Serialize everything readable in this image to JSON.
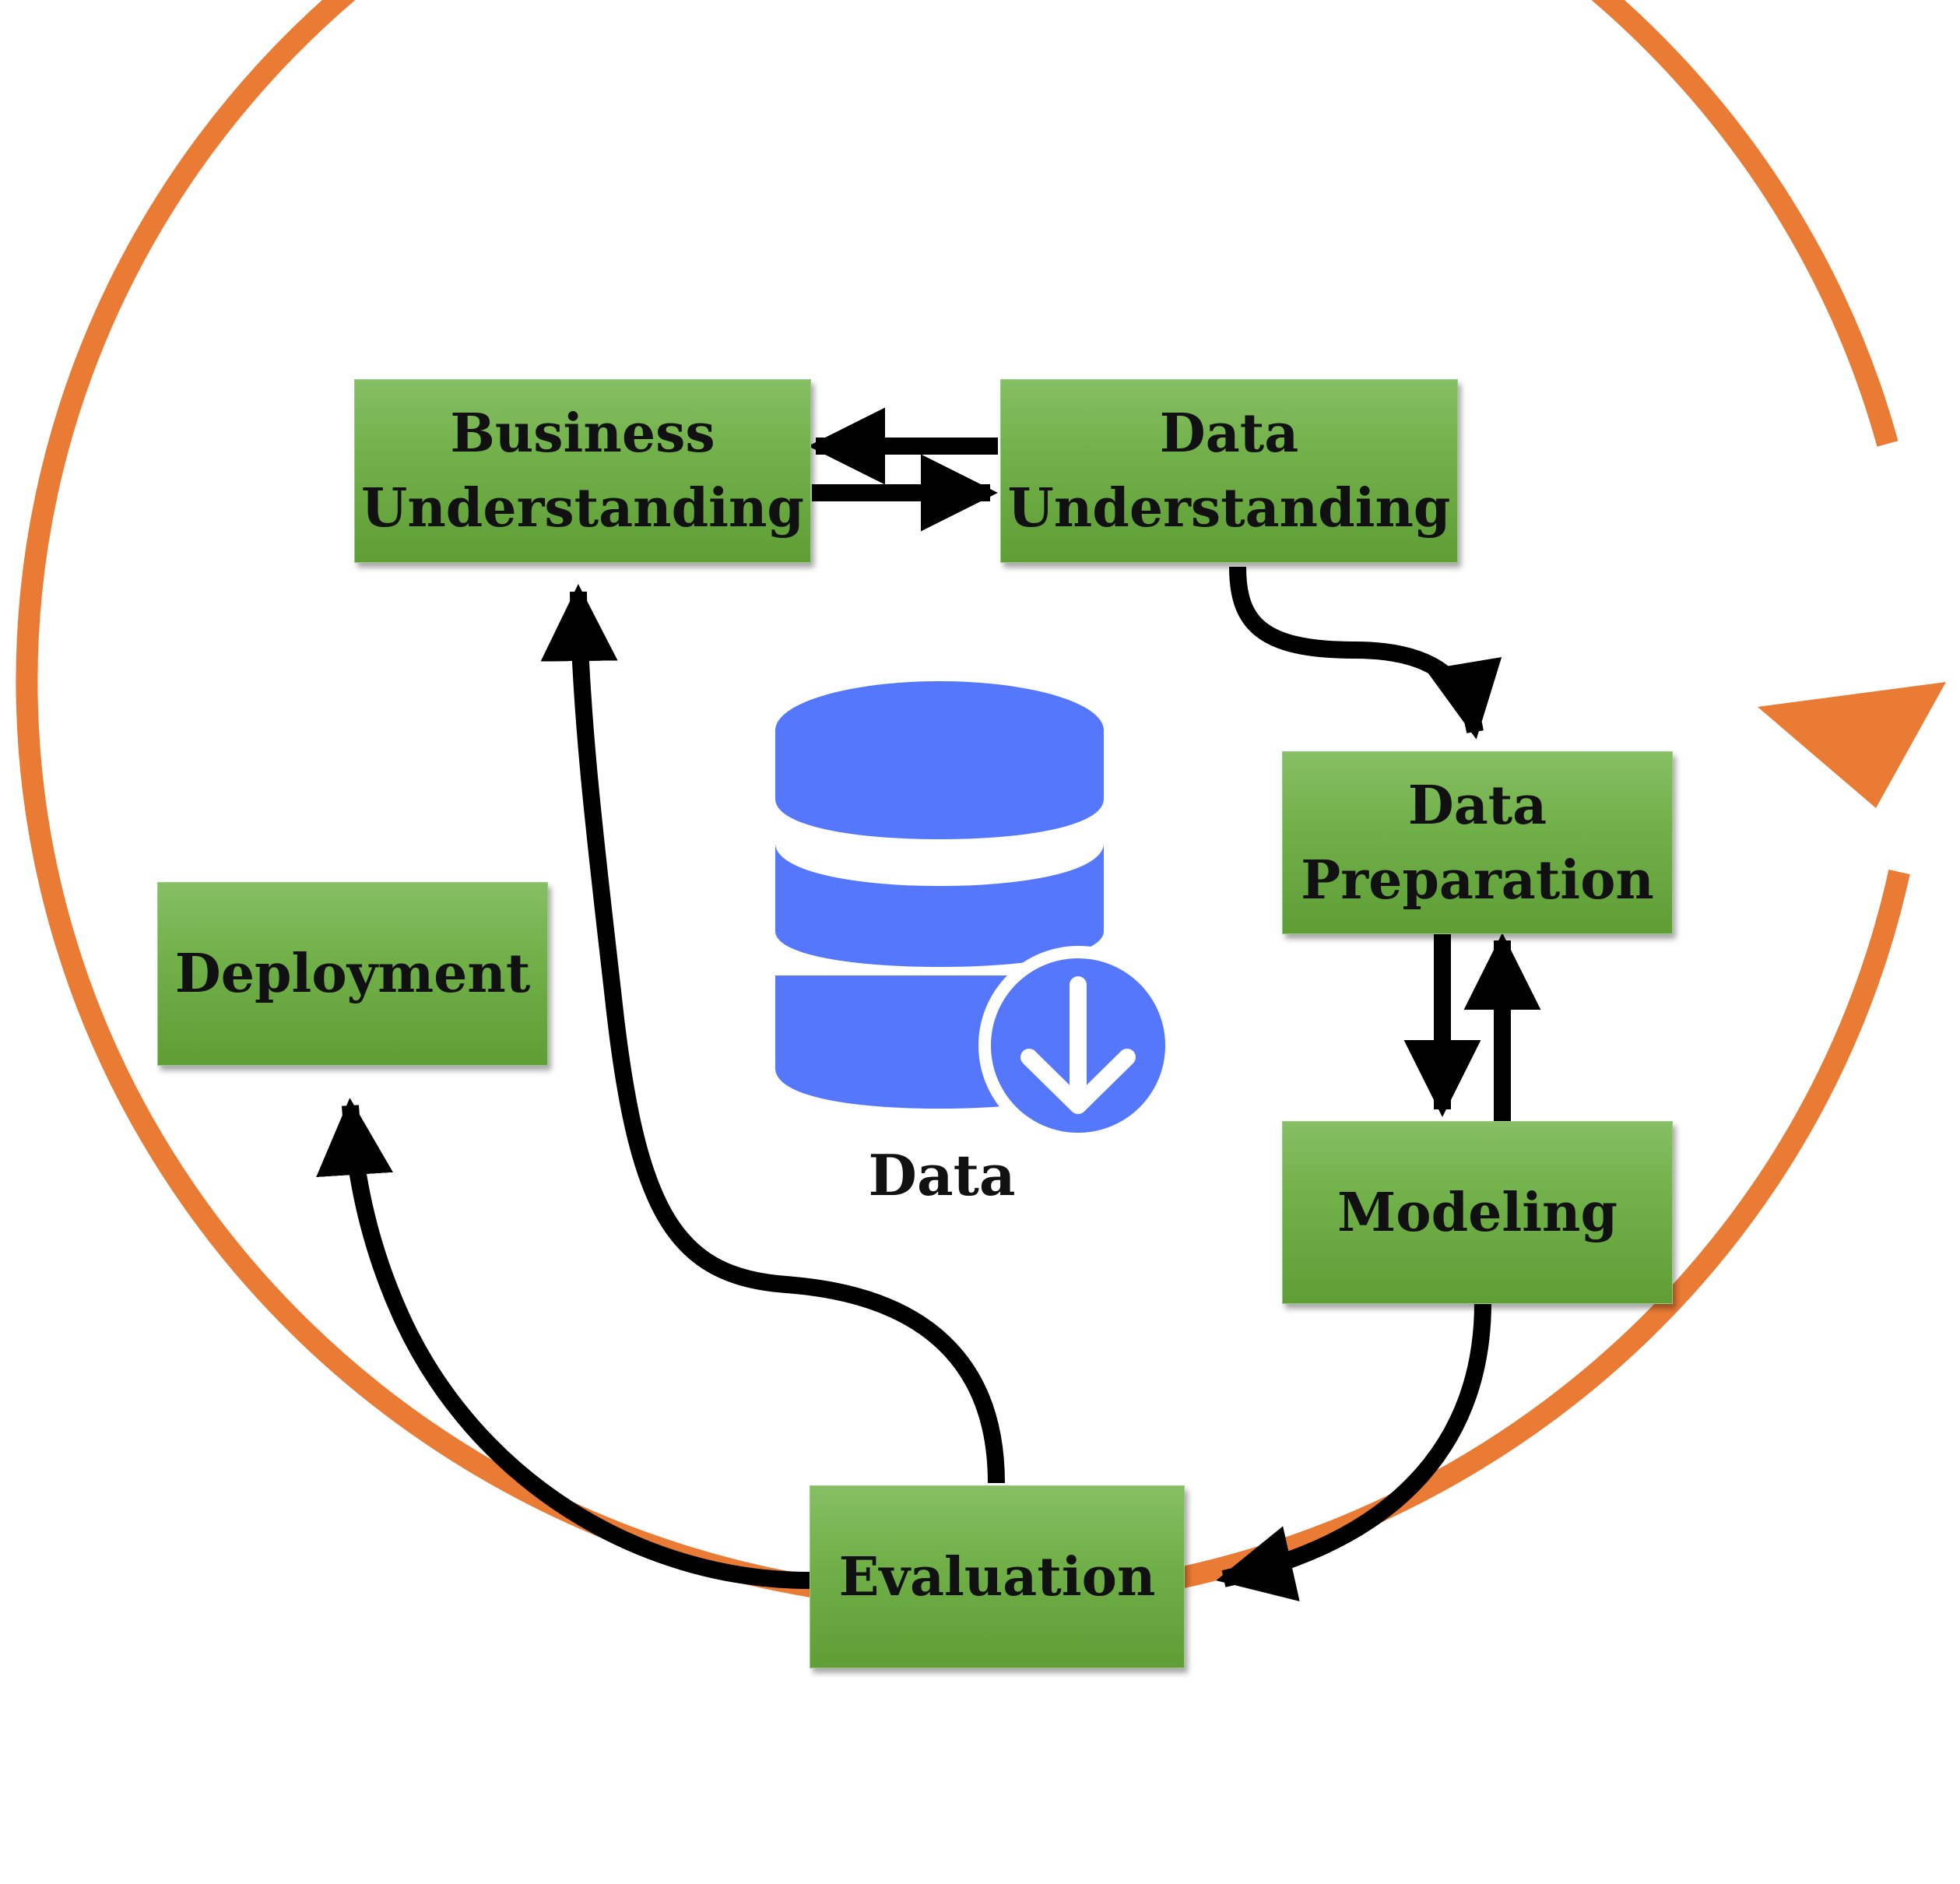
{
  "colors": {
    "cycle_arrow": "#ea7b34",
    "box_fill": "#70b048",
    "flow_arrow": "#000000",
    "database_icon": "#5577fc"
  },
  "stages": {
    "business_understanding": [
      "Business",
      "Understanding"
    ],
    "data_understanding": [
      "Data",
      "Understanding"
    ],
    "data_preparation": [
      "Data",
      "Preparation"
    ],
    "modeling": [
      "Modeling"
    ],
    "evaluation": [
      "Evaluation"
    ],
    "deployment": [
      "Deployment"
    ]
  },
  "center": {
    "icon": "database-download-icon",
    "label": "Data"
  }
}
